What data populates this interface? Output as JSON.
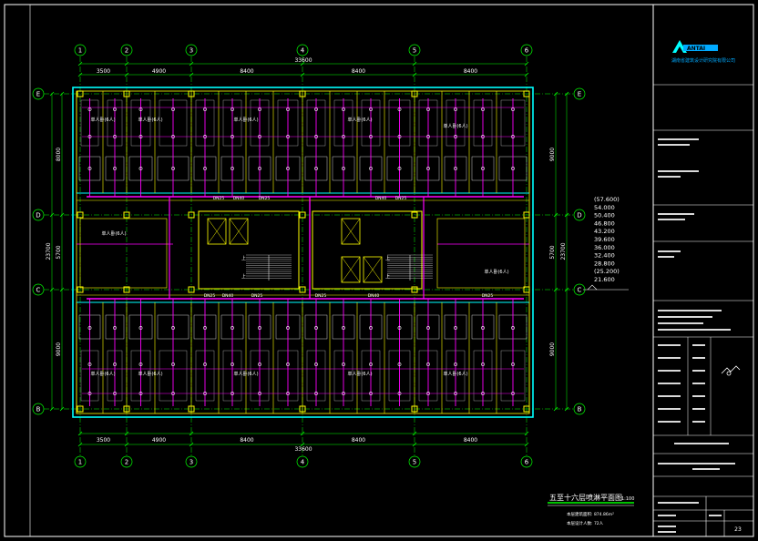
{
  "drawing": {
    "axes_top": [
      "1",
      "2",
      "3",
      "4",
      "5",
      "6"
    ],
    "axes_bottom": [
      "1",
      "2",
      "3",
      "4",
      "5",
      "6"
    ],
    "axes_left": [
      "E",
      "D",
      "C",
      "B"
    ],
    "axes_right": [
      "E",
      "D",
      "C",
      "B"
    ],
    "dims_top": [
      "3500",
      "4900",
      "8400",
      "8400",
      "8400"
    ],
    "dims_bottom": [
      "3500",
      "4900",
      "8400",
      "8400",
      "8400"
    ],
    "overall_width_top": "33600",
    "overall_width_bottom": "33600",
    "dims_left": [
      "8000",
      "5700",
      "9000"
    ],
    "dims_right": [
      "9000",
      "5700",
      "9000"
    ],
    "overall_height_left": "23700",
    "overall_height_right": "23700",
    "elevations": [
      "(57.600)",
      "54.000",
      "50.400",
      "46.800",
      "43.200",
      "39.600",
      "36.000",
      "32.400",
      "28.800",
      "(25.200)",
      "21.600"
    ],
    "room_labels": [
      "单人卧(6人)",
      "单人卧(6人)",
      "单人卧(6人)",
      "单人卧(6人)",
      "单人卧(6人)",
      "单人卧(6人)",
      "单人卧(6人)",
      "单人卧(6人)",
      "单人卧(6人)",
      "单人卧(6人)",
      "单人卧(6人)",
      "单人卧(6人)"
    ],
    "pipe_labels": [
      "DN25",
      "DN40",
      "DN25",
      "DN40",
      "DN25",
      "DN25",
      "DN40",
      "DN25",
      "DN25",
      "DN40",
      "DN25"
    ],
    "stair_labels": [
      "上",
      "上",
      "上",
      "上"
    ],
    "title": "五至十六层喷淋平面图",
    "scale": "1:100",
    "note_1": "本层建筑面积: 874.86m²",
    "note_2": "本层设计人数: 72人"
  },
  "title_block": {
    "logo_text": "ANTAI",
    "company_name": "湖南省建筑设计研究院有限公司",
    "sheet_number": "23"
  },
  "colors": {
    "background": "#000000",
    "axis": "#00ff00",
    "wall": "#ffff00",
    "pipe": "#ff00ff",
    "outline": "#00ffff",
    "text": "#ffffff"
  }
}
